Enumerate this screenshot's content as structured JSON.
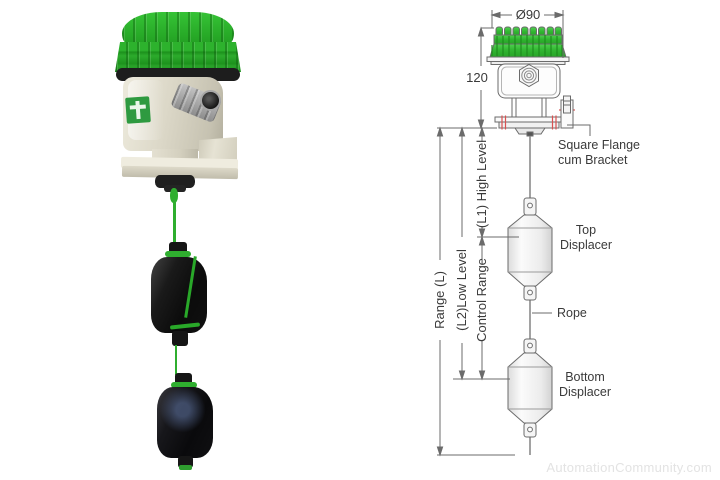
{
  "page": {
    "type": "displacer-level-switch-datasheet-figure",
    "watermark": "AutomationCommunity.com"
  },
  "photo": {
    "name": "displacer level switch product photo",
    "colors": {
      "cap_green": "#2cb32c",
      "body_cream": "#d9d5c5",
      "rope_green": "#2fae2f",
      "displacer_black": "#141414"
    }
  },
  "diagram": {
    "dims": {
      "diameter": "Ø90",
      "height": "120"
    },
    "vdims": {
      "range": "Range (L)",
      "low": "(L2)Low Level",
      "high": "(L1) High Level",
      "control": "Control Range"
    },
    "labels": {
      "flange1": "Square Flange",
      "flange2": "cum Bracket",
      "top1": "Top",
      "top2": "Displacer",
      "rope": "Rope",
      "bottom1": "Bottom",
      "bottom2": "Displacer"
    },
    "colors": {
      "line": "#6b6b6b",
      "accent_red": "#d95252",
      "cap_green": "#3fc23f",
      "watermark_gray": "#e3e3e3"
    }
  }
}
